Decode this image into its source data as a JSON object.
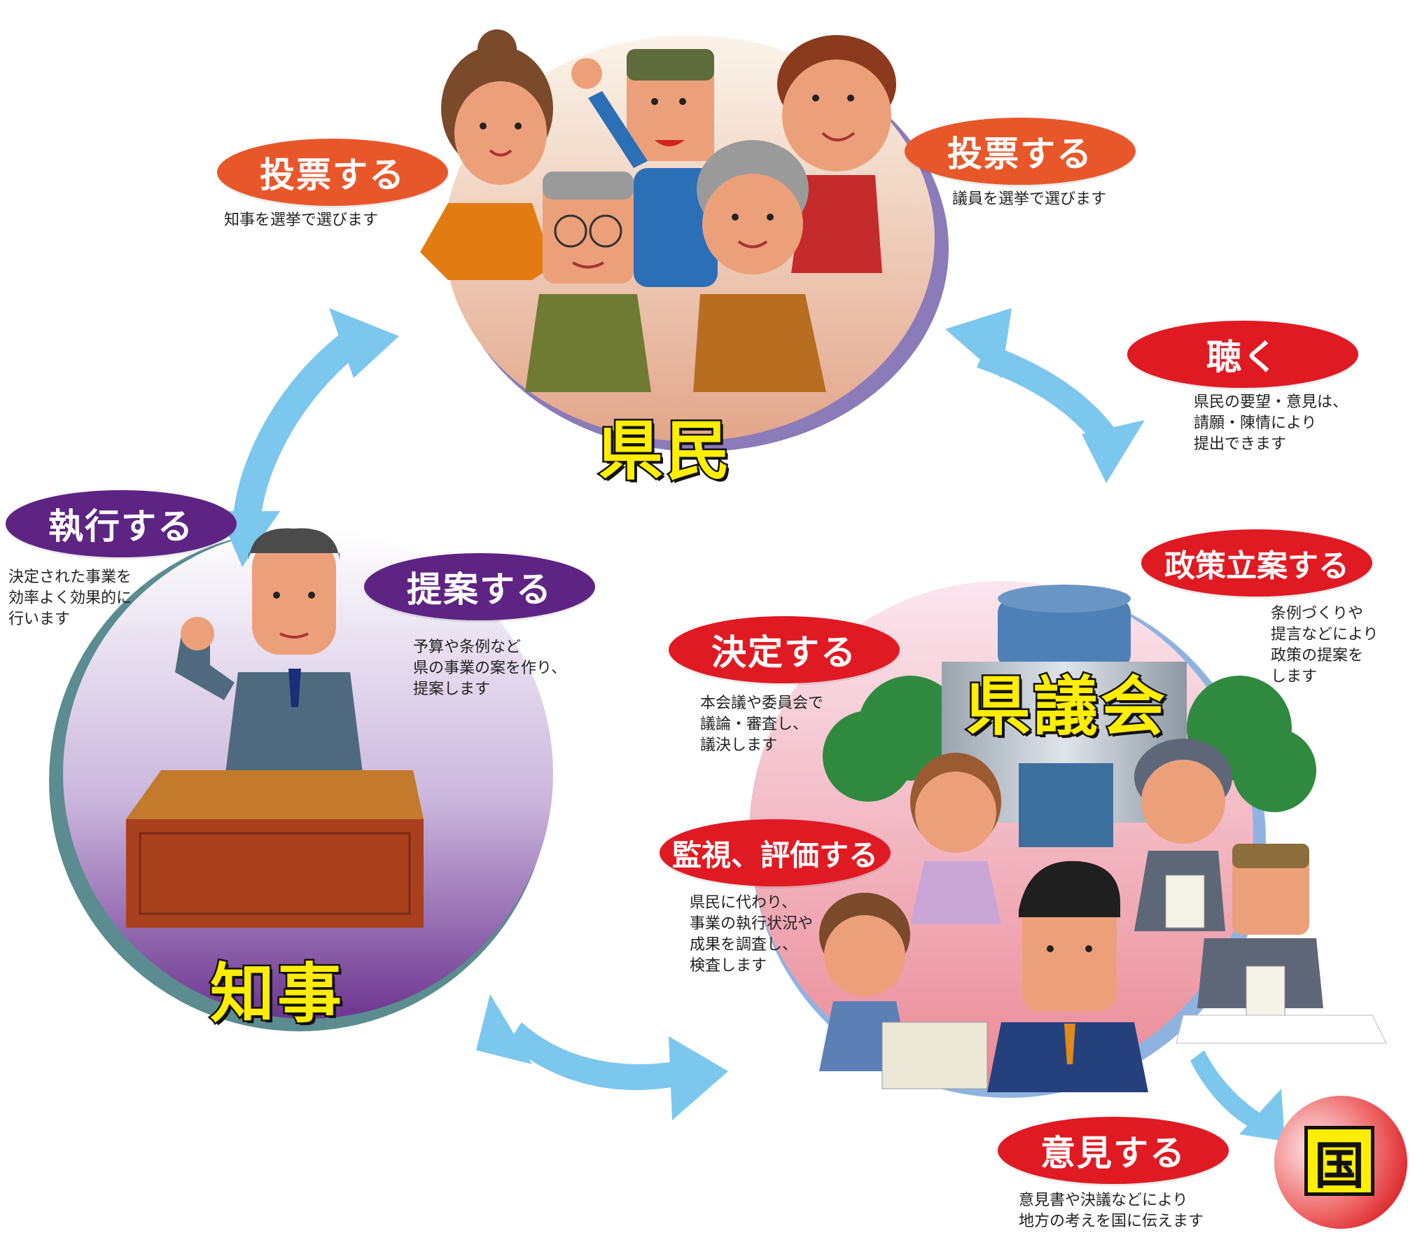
{
  "colors": {
    "orange": "#e8572a",
    "red": "#e01a22",
    "purple": "#5e2483",
    "arrow": "#7cc7ee",
    "yellow": "#ffee00"
  },
  "nodes": {
    "kenmin": "県民",
    "chiji": "知事",
    "kengikai": "県議会",
    "kuni": "国"
  },
  "actions": {
    "vote_left": {
      "label": "投票する",
      "desc": "知事を選挙で選びます"
    },
    "vote_right": {
      "label": "投票する",
      "desc": "議員を選挙で選びます"
    },
    "listen": {
      "label": "聴く",
      "desc": "県民の要望・意見は、\n請願・陳情により\n提出できます"
    },
    "execute": {
      "label": "執行する",
      "desc": "決定された事業を\n効率よく効果的に\n行います"
    },
    "propose": {
      "label": "提案する",
      "desc": "予算や条例など\n県の事業の案を作り、\n提案します"
    },
    "decide": {
      "label": "決定する",
      "desc": "本会議や委員会で\n議論・審査し、\n議決します"
    },
    "policy": {
      "label": "政策立案する",
      "desc": "条例づくりや\n提言などにより\n政策の提案を\nします"
    },
    "monitor": {
      "label": "監視、評価する",
      "desc": "県民に代わり、\n事業の執行状況や\n成果を調査し、\n検査します"
    },
    "opinion": {
      "label": "意見する",
      "desc": "意見書や決議などにより\n地方の考えを国に伝えます"
    }
  }
}
